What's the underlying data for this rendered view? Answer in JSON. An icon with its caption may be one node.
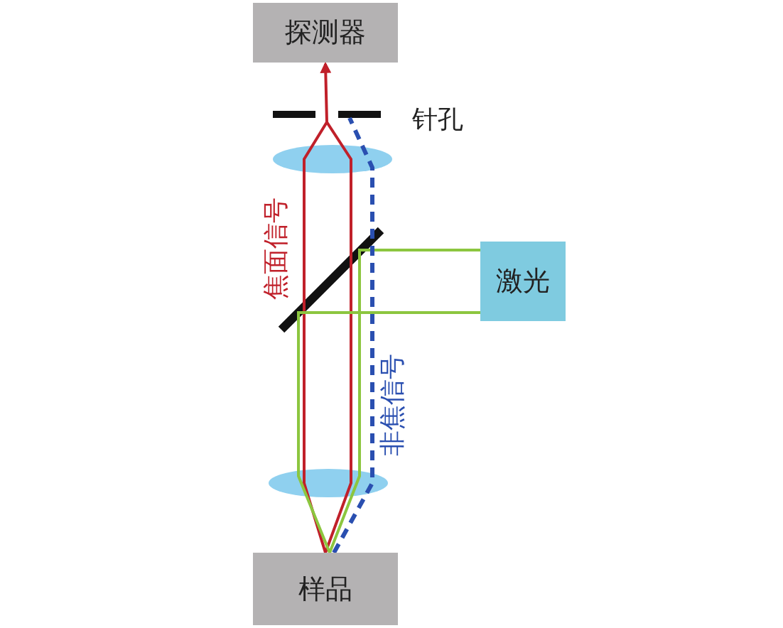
{
  "diagram": {
    "nodes": [
      {
        "text": [
          "探测器"
        ]
      },
      {
        "text": [
          "激光"
        ]
      },
      {
        "text": [
          "样品"
        ]
      }
    ],
    "edges": [
      {
        "from": 2,
        "to": 0,
        "arrow": "to",
        "color": "#c0202a"
      },
      {
        "from": 1,
        "to": 2,
        "arrow": "none",
        "color": "#8cc63f"
      },
      {
        "from": 2,
        "to": null,
        "arrow": "none",
        "style": "dashed",
        "color": "#2a4fb0"
      }
    ],
    "labels": [
      "针孔",
      "焦面信号",
      "非焦信号"
    ]
  }
}
